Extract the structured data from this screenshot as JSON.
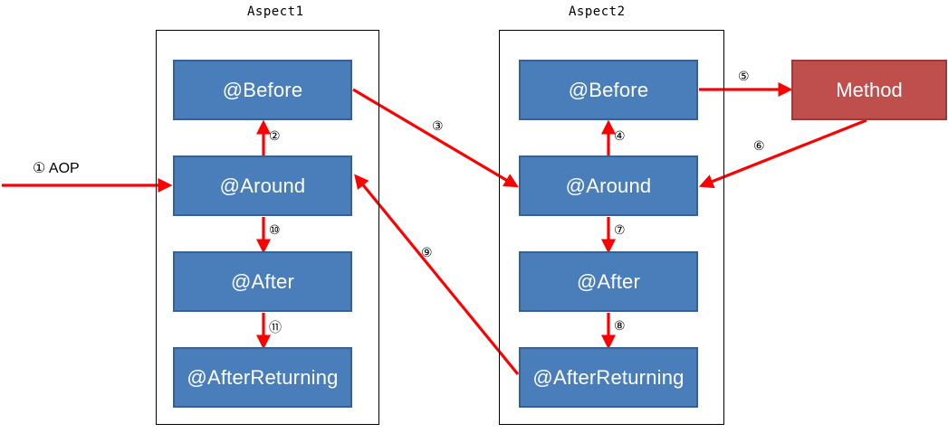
{
  "diagram": {
    "title_aspect1": "Aspect1",
    "title_aspect2": "Aspect2",
    "entry_label": "①  AOP",
    "colors": {
      "advice_fill": "#4A7EBB",
      "advice_border": "#38618F",
      "method_fill": "#BF4F4C",
      "method_border": "#9B3A37",
      "arrow": "#FF0000",
      "container_border": "#000000",
      "text_light": "#FFFFFF",
      "text_dark": "#000000"
    },
    "aspect1": {
      "boxes": [
        {
          "label": "@Before"
        },
        {
          "label": "@Around"
        },
        {
          "label": "@After"
        },
        {
          "label": "@AfterReturning"
        }
      ]
    },
    "aspect2": {
      "boxes": [
        {
          "label": "@Before"
        },
        {
          "label": "@Around"
        },
        {
          "label": "@After"
        },
        {
          "label": "@AfterReturning"
        }
      ]
    },
    "method": {
      "label": "Method"
    },
    "steps": [
      {
        "id": "1",
        "marker": "①",
        "from": "entry",
        "to": "aspect1.@Around"
      },
      {
        "id": "2",
        "marker": "②",
        "from": "aspect1.@Around",
        "to": "aspect1.@Before"
      },
      {
        "id": "3",
        "marker": "③",
        "from": "aspect1.@Before",
        "to": "aspect2.@Around"
      },
      {
        "id": "4",
        "marker": "④",
        "from": "aspect2.@Around",
        "to": "aspect2.@Before"
      },
      {
        "id": "5",
        "marker": "⑤",
        "from": "aspect2.@Before",
        "to": "method"
      },
      {
        "id": "6",
        "marker": "⑥",
        "from": "method",
        "to": "aspect2.@Around"
      },
      {
        "id": "7",
        "marker": "⑦",
        "from": "aspect2.@Around",
        "to": "aspect2.@After"
      },
      {
        "id": "8",
        "marker": "⑧",
        "from": "aspect2.@After",
        "to": "aspect2.@AfterReturning"
      },
      {
        "id": "9",
        "marker": "⑨",
        "from": "aspect2.@AfterReturning",
        "to": "aspect1.@Around"
      },
      {
        "id": "10",
        "marker": "⑩",
        "from": "aspect1.@Around",
        "to": "aspect1.@After"
      },
      {
        "id": "11",
        "marker": "⑪",
        "from": "aspect1.@After",
        "to": "aspect1.@AfterReturning"
      }
    ]
  }
}
